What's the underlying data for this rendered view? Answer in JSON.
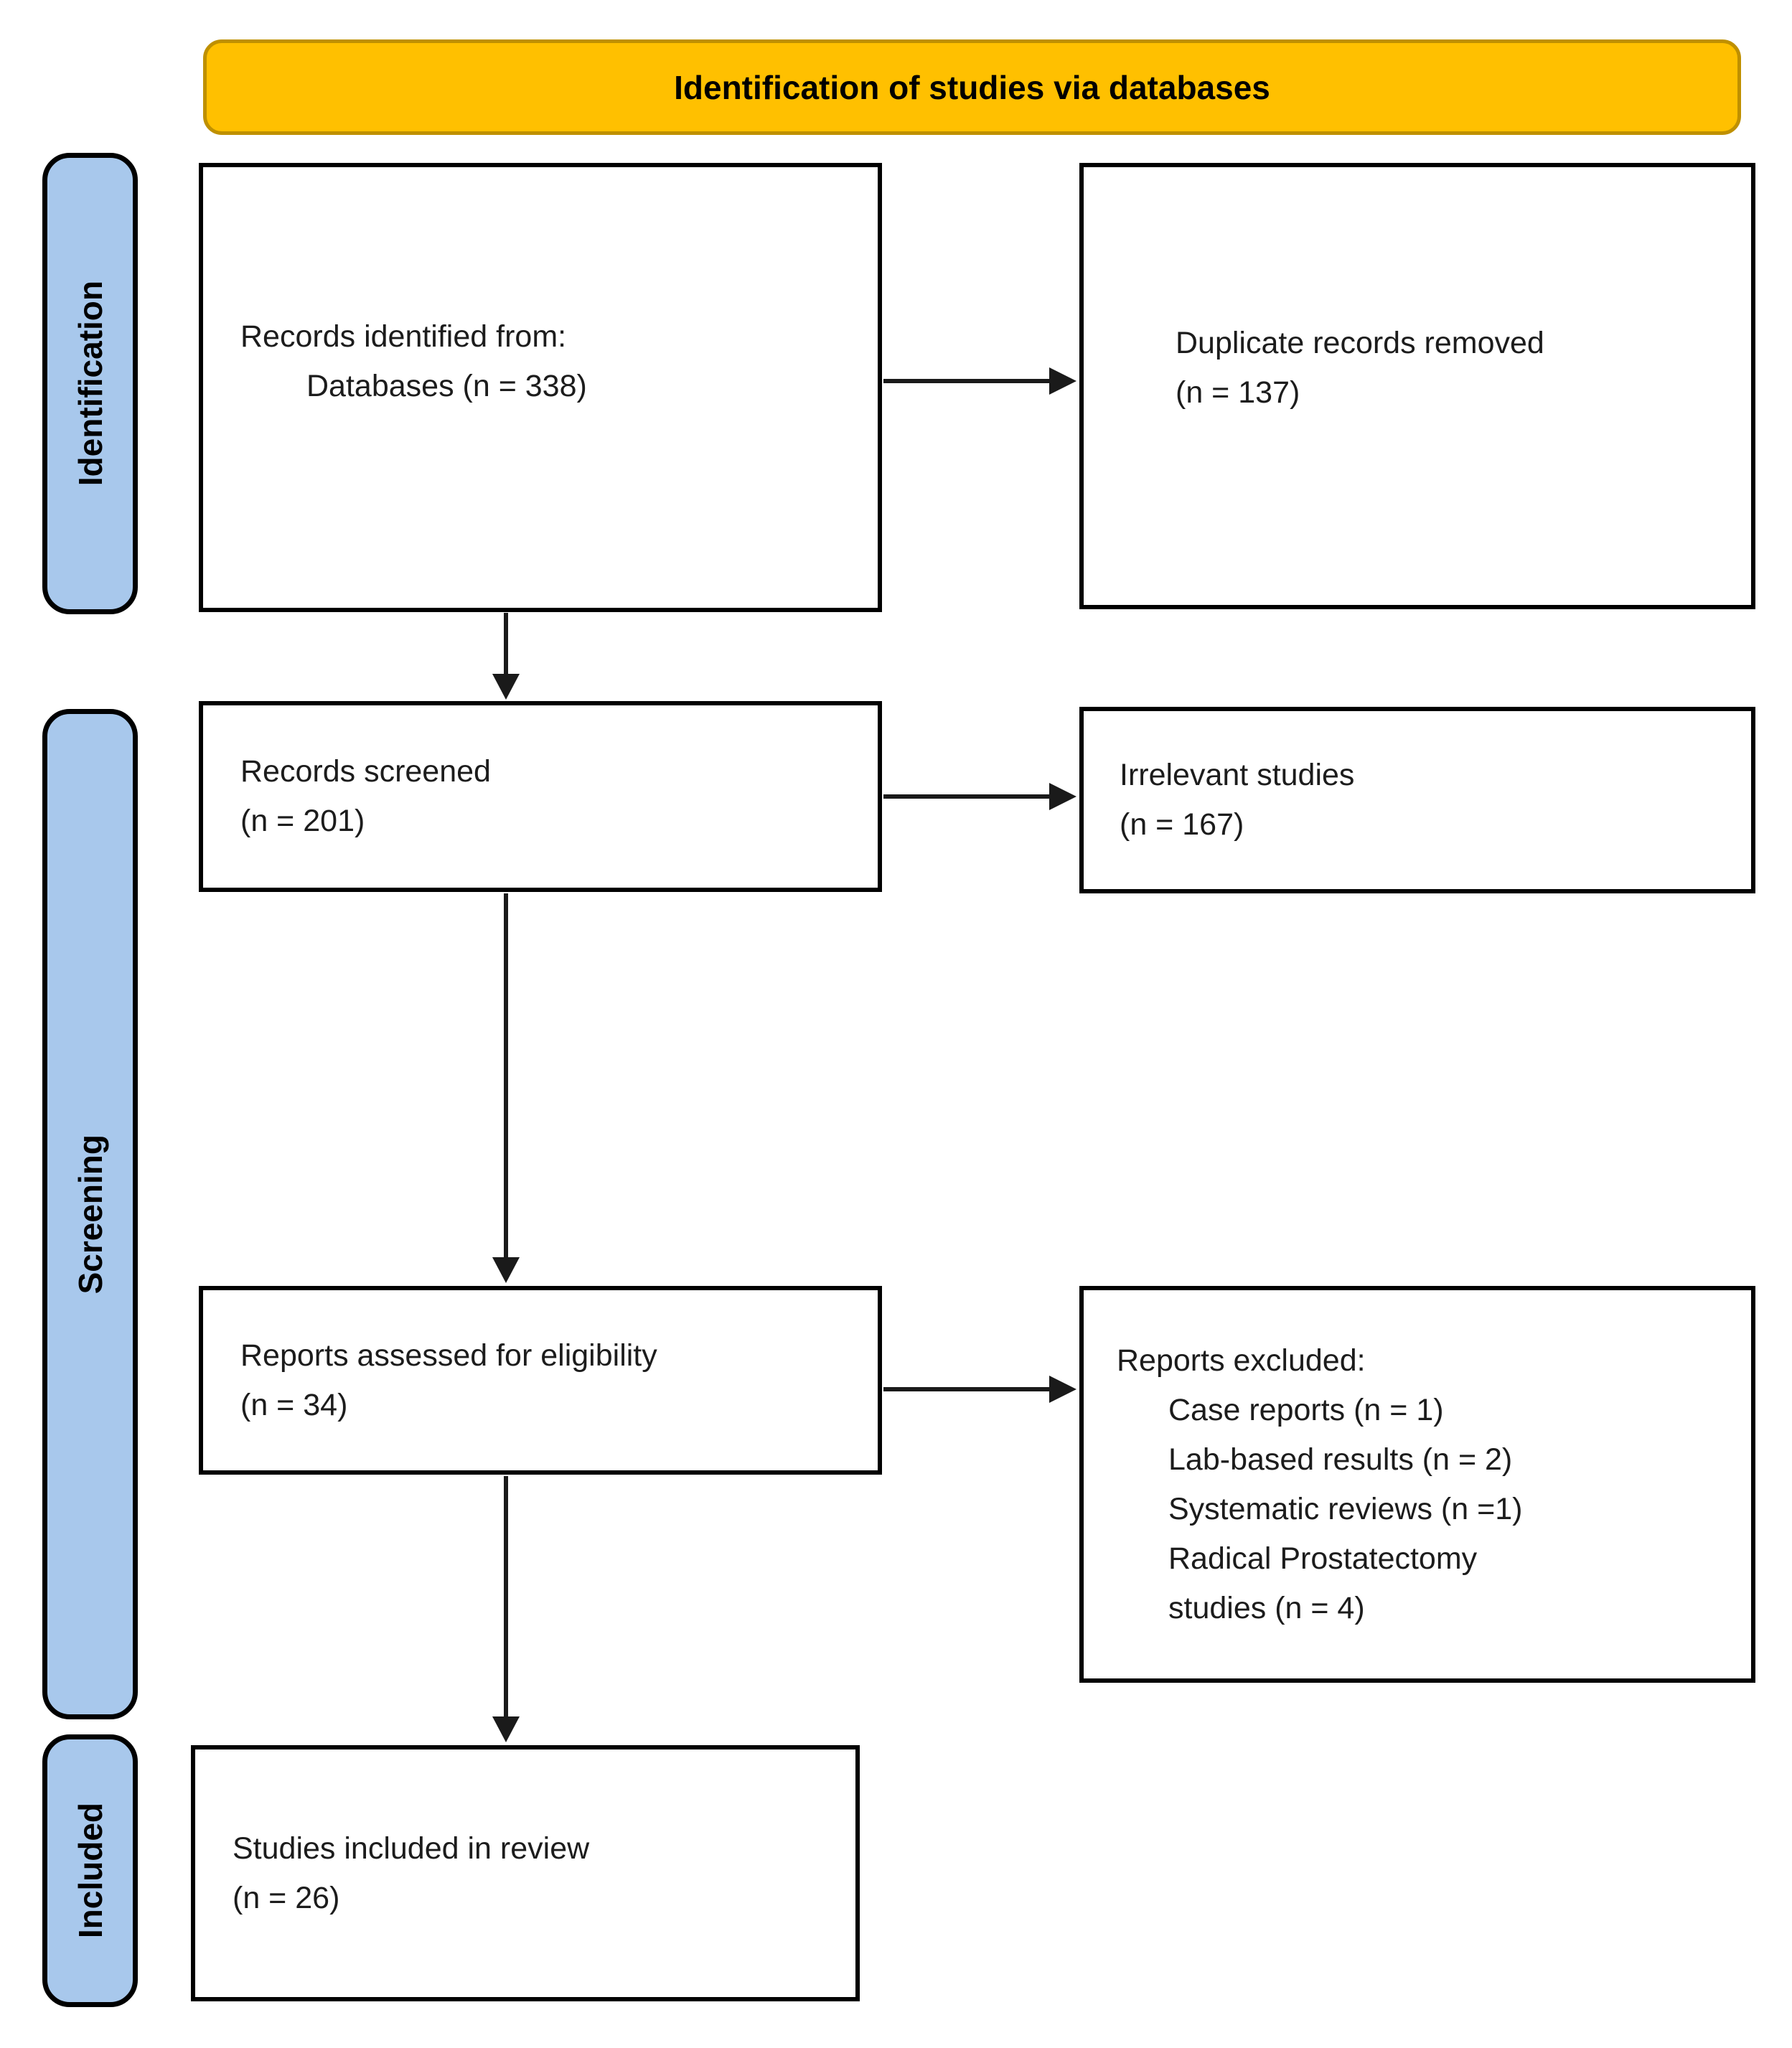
{
  "title": "Identification of studies via databases",
  "colors": {
    "banner-fill": "#FFC000",
    "banner-border": "#BF9000",
    "stage-fill": "#A8C8EC",
    "diagram-line": "#1A1A1A",
    "text": "#1C1C1C"
  },
  "stages": [
    {
      "label": "Identification"
    },
    {
      "label": "Screening"
    },
    {
      "label": "Included"
    }
  ],
  "boxes": {
    "records_identified": {
      "line1": "Records identified from:",
      "line2": "Databases (n = 338)"
    },
    "duplicates_removed": {
      "line1": "Duplicate records removed",
      "line2": "(n = 137)"
    },
    "records_screened": {
      "line1": "Records screened",
      "line2": "(n = 201)"
    },
    "irrelevant_studies": {
      "line1": "Irrelevant studies",
      "line2": "(n = 167)"
    },
    "reports_assessed": {
      "line1": "Reports assessed for eligibility",
      "line2": "(n = 34)"
    },
    "reports_excluded": {
      "heading": "Reports excluded:",
      "items": [
        "Case reports (n = 1)",
        "Lab-based results (n = 2)",
        "Systematic reviews (n =1)",
        "Radical Prostatectomy\nstudies (n = 4)"
      ]
    },
    "studies_included": {
      "line1": "Studies included in review",
      "line2": "(n = 26)"
    }
  }
}
